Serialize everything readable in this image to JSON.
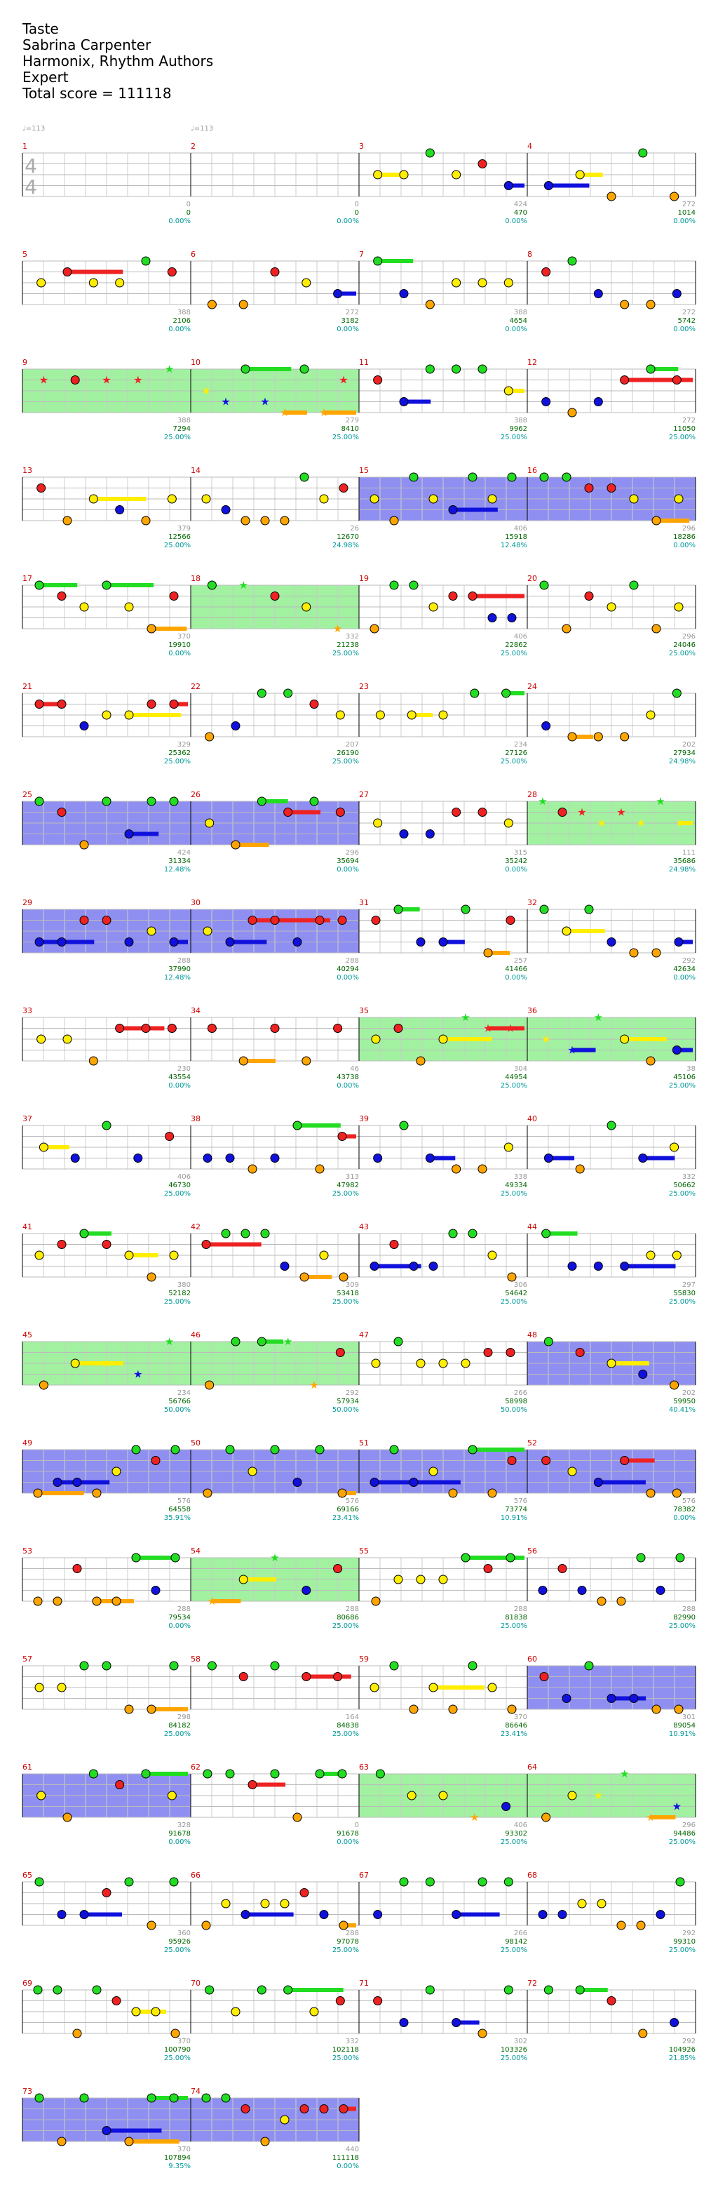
{
  "song": {
    "title": "Taste",
    "artist": "Sabrina Carpenter",
    "charter": "Harmonix, Rhythm Authors",
    "difficulty": "Expert",
    "total_score_label": "Total score = 111118"
  },
  "tempo_markers": [
    "♩=113",
    "♩=113"
  ],
  "time_signature": {
    "numerator": "4",
    "denominator": "4"
  },
  "colors": {
    "green": "#22dd22",
    "red": "#ee2222",
    "yellow": "#ffee00",
    "blue": "#1111dd",
    "orange": "#ffa500",
    "measure_number": "#cc0000",
    "score": "#006600",
    "percent": "#009999",
    "measure_stat": "#999999",
    "overdrive_phrase": "#90ee90",
    "activation": "#7b7bee"
  },
  "measures": [
    {
      "n": "1",
      "stat": "0",
      "score": "0",
      "pct": "0.00%"
    },
    {
      "n": "2",
      "stat": "0",
      "score": "0",
      "pct": "0.00%"
    },
    {
      "n": "3",
      "stat": "424",
      "score": "470",
      "pct": "0.00%"
    },
    {
      "n": "4",
      "stat": "272",
      "score": "1014",
      "pct": "0.00%"
    },
    {
      "n": "5",
      "stat": "388",
      "score": "2106",
      "pct": "0.00%"
    },
    {
      "n": "6",
      "stat": "272",
      "score": "3182",
      "pct": "0.00%"
    },
    {
      "n": "7",
      "stat": "388",
      "score": "4654",
      "pct": "0.00%"
    },
    {
      "n": "8",
      "stat": "272",
      "score": "5742",
      "pct": "0.00%"
    },
    {
      "n": "9",
      "stat": "388",
      "score": "7294",
      "pct": "25.00%"
    },
    {
      "n": "10",
      "stat": "279",
      "score": "8410",
      "pct": "25.00%"
    },
    {
      "n": "11",
      "stat": "388",
      "score": "9962",
      "pct": "25.00%"
    },
    {
      "n": "12",
      "stat": "272",
      "score": "11050",
      "pct": "25.00%"
    },
    {
      "n": "13",
      "stat": "379",
      "score": "12566",
      "pct": "25.00%"
    },
    {
      "n": "14",
      "stat": "26",
      "score": "12670",
      "pct": "24.98%"
    },
    {
      "n": "15",
      "stat": "406",
      "score": "15918",
      "pct": "12.48%"
    },
    {
      "n": "16",
      "stat": "296",
      "score": "18286",
      "pct": "0.00%"
    },
    {
      "n": "17",
      "stat": "370",
      "score": "19910",
      "pct": "0.00%"
    },
    {
      "n": "18",
      "stat": "332",
      "score": "21238",
      "pct": "25.00%"
    },
    {
      "n": "19",
      "stat": "406",
      "score": "22862",
      "pct": "25.00%"
    },
    {
      "n": "20",
      "stat": "296",
      "score": "24046",
      "pct": "25.00%"
    },
    {
      "n": "21",
      "stat": "329",
      "score": "25362",
      "pct": "25.00%"
    },
    {
      "n": "22",
      "stat": "207",
      "score": "26190",
      "pct": "25.00%"
    },
    {
      "n": "23",
      "stat": "234",
      "score": "27126",
      "pct": "25.00%"
    },
    {
      "n": "24",
      "stat": "202",
      "score": "27934",
      "pct": "24.98%"
    },
    {
      "n": "25",
      "stat": "424",
      "score": "31334",
      "pct": "12.48%"
    },
    {
      "n": "26",
      "stat": "296",
      "score": "35694",
      "pct": "0.00%"
    },
    {
      "n": "27",
      "stat": "315",
      "score": "35242",
      "pct": "0.00%"
    },
    {
      "n": "28",
      "stat": "111",
      "score": "35686",
      "pct": "24.98%"
    },
    {
      "n": "29",
      "stat": "288",
      "score": "37990",
      "pct": "12.48%"
    },
    {
      "n": "30",
      "stat": "288",
      "score": "40294",
      "pct": "0.00%"
    },
    {
      "n": "31",
      "stat": "257",
      "score": "41466",
      "pct": "0.00%"
    },
    {
      "n": "32",
      "stat": "292",
      "score": "42634",
      "pct": "0.00%"
    },
    {
      "n": "33",
      "stat": "230",
      "score": "43554",
      "pct": "0.00%"
    },
    {
      "n": "34",
      "stat": "46",
      "score": "43738",
      "pct": "0.00%"
    },
    {
      "n": "35",
      "stat": "304",
      "score": "44954",
      "pct": "25.00%"
    },
    {
      "n": "36",
      "stat": "38",
      "score": "45106",
      "pct": "25.00%"
    },
    {
      "n": "37",
      "stat": "406",
      "score": "46730",
      "pct": "25.00%"
    },
    {
      "n": "38",
      "stat": "313",
      "score": "47982",
      "pct": "25.00%"
    },
    {
      "n": "39",
      "stat": "338",
      "score": "49334",
      "pct": "25.00%"
    },
    {
      "n": "40",
      "stat": "332",
      "score": "50662",
      "pct": "25.00%"
    },
    {
      "n": "41",
      "stat": "380",
      "score": "52182",
      "pct": "25.00%"
    },
    {
      "n": "42",
      "stat": "309",
      "score": "53418",
      "pct": "25.00%"
    },
    {
      "n": "43",
      "stat": "306",
      "score": "54642",
      "pct": "25.00%"
    },
    {
      "n": "44",
      "stat": "297",
      "score": "55830",
      "pct": "25.00%"
    },
    {
      "n": "45",
      "stat": "234",
      "score": "56766",
      "pct": "50.00%"
    },
    {
      "n": "46",
      "stat": "292",
      "score": "57934",
      "pct": "50.00%"
    },
    {
      "n": "47",
      "stat": "266",
      "score": "58998",
      "pct": "50.00%"
    },
    {
      "n": "48",
      "stat": "202",
      "score": "59950",
      "pct": "40.41%"
    },
    {
      "n": "49",
      "stat": "576",
      "score": "64558",
      "pct": "35.91%"
    },
    {
      "n": "50",
      "stat": "576",
      "score": "69166",
      "pct": "23.41%"
    },
    {
      "n": "51",
      "stat": "576",
      "score": "73774",
      "pct": "10.91%"
    },
    {
      "n": "52",
      "stat": "576",
      "score": "78382",
      "pct": "0.00%"
    },
    {
      "n": "53",
      "stat": "288",
      "score": "79534",
      "pct": "0.00%"
    },
    {
      "n": "54",
      "stat": "288",
      "score": "80686",
      "pct": "25.00%"
    },
    {
      "n": "55",
      "stat": "288",
      "score": "81838",
      "pct": "25.00%"
    },
    {
      "n": "56",
      "stat": "288",
      "score": "82990",
      "pct": "25.00%"
    },
    {
      "n": "57",
      "stat": "298",
      "score": "84182",
      "pct": "25.00%"
    },
    {
      "n": "58",
      "stat": "164",
      "score": "84838",
      "pct": "25.00%"
    },
    {
      "n": "59",
      "stat": "370",
      "score": "86646",
      "pct": "23.41%"
    },
    {
      "n": "60",
      "stat": "301",
      "score": "89054",
      "pct": "10.91%"
    },
    {
      "n": "61",
      "stat": "328",
      "score": "91678",
      "pct": "0.00%"
    },
    {
      "n": "62",
      "stat": "0",
      "score": "91678",
      "pct": "0.00%"
    },
    {
      "n": "63",
      "stat": "406",
      "score": "93302",
      "pct": "25.00%"
    },
    {
      "n": "64",
      "stat": "296",
      "score": "94486",
      "pct": "25.00%"
    },
    {
      "n": "65",
      "stat": "360",
      "score": "95926",
      "pct": "25.00%"
    },
    {
      "n": "66",
      "stat": "288",
      "score": "97078",
      "pct": "25.00%"
    },
    {
      "n": "67",
      "stat": "266",
      "score": "98142",
      "pct": "25.00%"
    },
    {
      "n": "68",
      "stat": "292",
      "score": "99310",
      "pct": "25.00%"
    },
    {
      "n": "69",
      "stat": "370",
      "score": "100790",
      "pct": "25.00%"
    },
    {
      "n": "70",
      "stat": "332",
      "score": "102118",
      "pct": "25.00%"
    },
    {
      "n": "71",
      "stat": "302",
      "score": "103326",
      "pct": "25.00%"
    },
    {
      "n": "72",
      "stat": "292",
      "score": "104926",
      "pct": "21.85%"
    },
    {
      "n": "73",
      "stat": "370",
      "score": "107894",
      "pct": "9.35%"
    },
    {
      "n": "74",
      "stat": "440",
      "score": "111118",
      "pct": "0.00%"
    }
  ]
}
